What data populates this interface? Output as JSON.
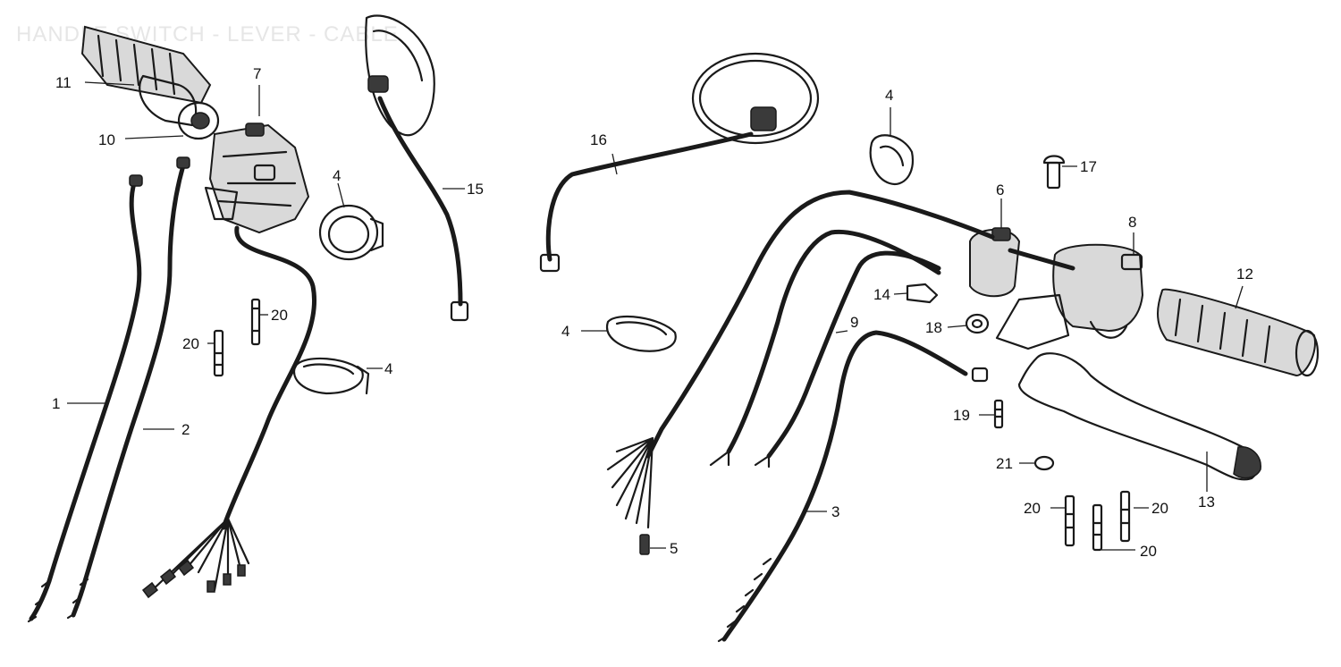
{
  "title": "HANDLE SWITCH - LEVER - CABLE",
  "callouts": {
    "c1": "1",
    "c2": "2",
    "c3": "3",
    "c4a": "4",
    "c4b": "4",
    "c4c": "4",
    "c4d": "4",
    "c5": "5",
    "c6": "6",
    "c7": "7",
    "c8": "8",
    "c9": "9",
    "c10": "10",
    "c11": "11",
    "c12": "12",
    "c13": "13",
    "c14": "14",
    "c15": "15",
    "c16": "16",
    "c17": "17",
    "c18": "18",
    "c19": "19",
    "c20a": "20",
    "c20b": "20",
    "c20c": "20",
    "c20d": "20",
    "c20e": "20",
    "c21": "21"
  }
}
